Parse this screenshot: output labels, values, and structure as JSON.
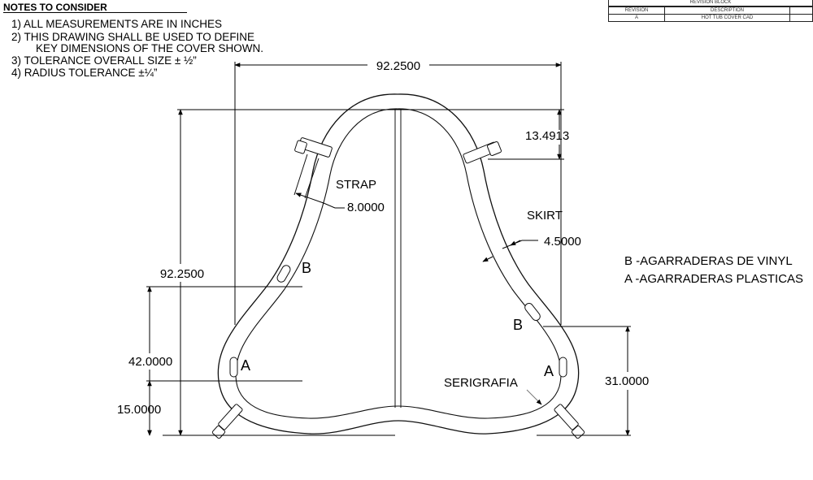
{
  "notes": {
    "title": "NOTES TO CONSIDER",
    "line1": "1) ALL MEASUREMENTS ARE IN INCHES",
    "line2a": "2) THIS DRAWING SHALL BE USED TO DEFINE",
    "line2b": "KEY DIMENSIONS OF THE COVER SHOWN.",
    "line3": "3) TOLERANCE OVERALL SIZE ± ½”",
    "line4": "4) RADIUS TOLERANCE ±¼”"
  },
  "revision_block": {
    "title": "REVISION BLOCK",
    "col_revision": "REVISION",
    "col_description": "DESCRIPTION",
    "rev": "A",
    "description": "HOT TUB COVER CAD"
  },
  "dimensions": {
    "overall_width": "92.2500",
    "overall_height": "92.2500",
    "top_offset": "13.4913",
    "strap_width": "8.0000",
    "skirt_width": "4.5000",
    "height_b": "42.0000",
    "height_a": "15.0000",
    "height_right": "31.0000"
  },
  "labels": {
    "strap": "STRAP",
    "skirt": "SKIRT",
    "serigrafia": "SERIGRAFIA",
    "b_left": "B",
    "a_left": "A",
    "b_right": "B",
    "a_right": "A"
  },
  "legend": {
    "b": "B -AGARRADERAS DE VINYL",
    "a": "A -AGARRADERAS PLASTICAS"
  }
}
